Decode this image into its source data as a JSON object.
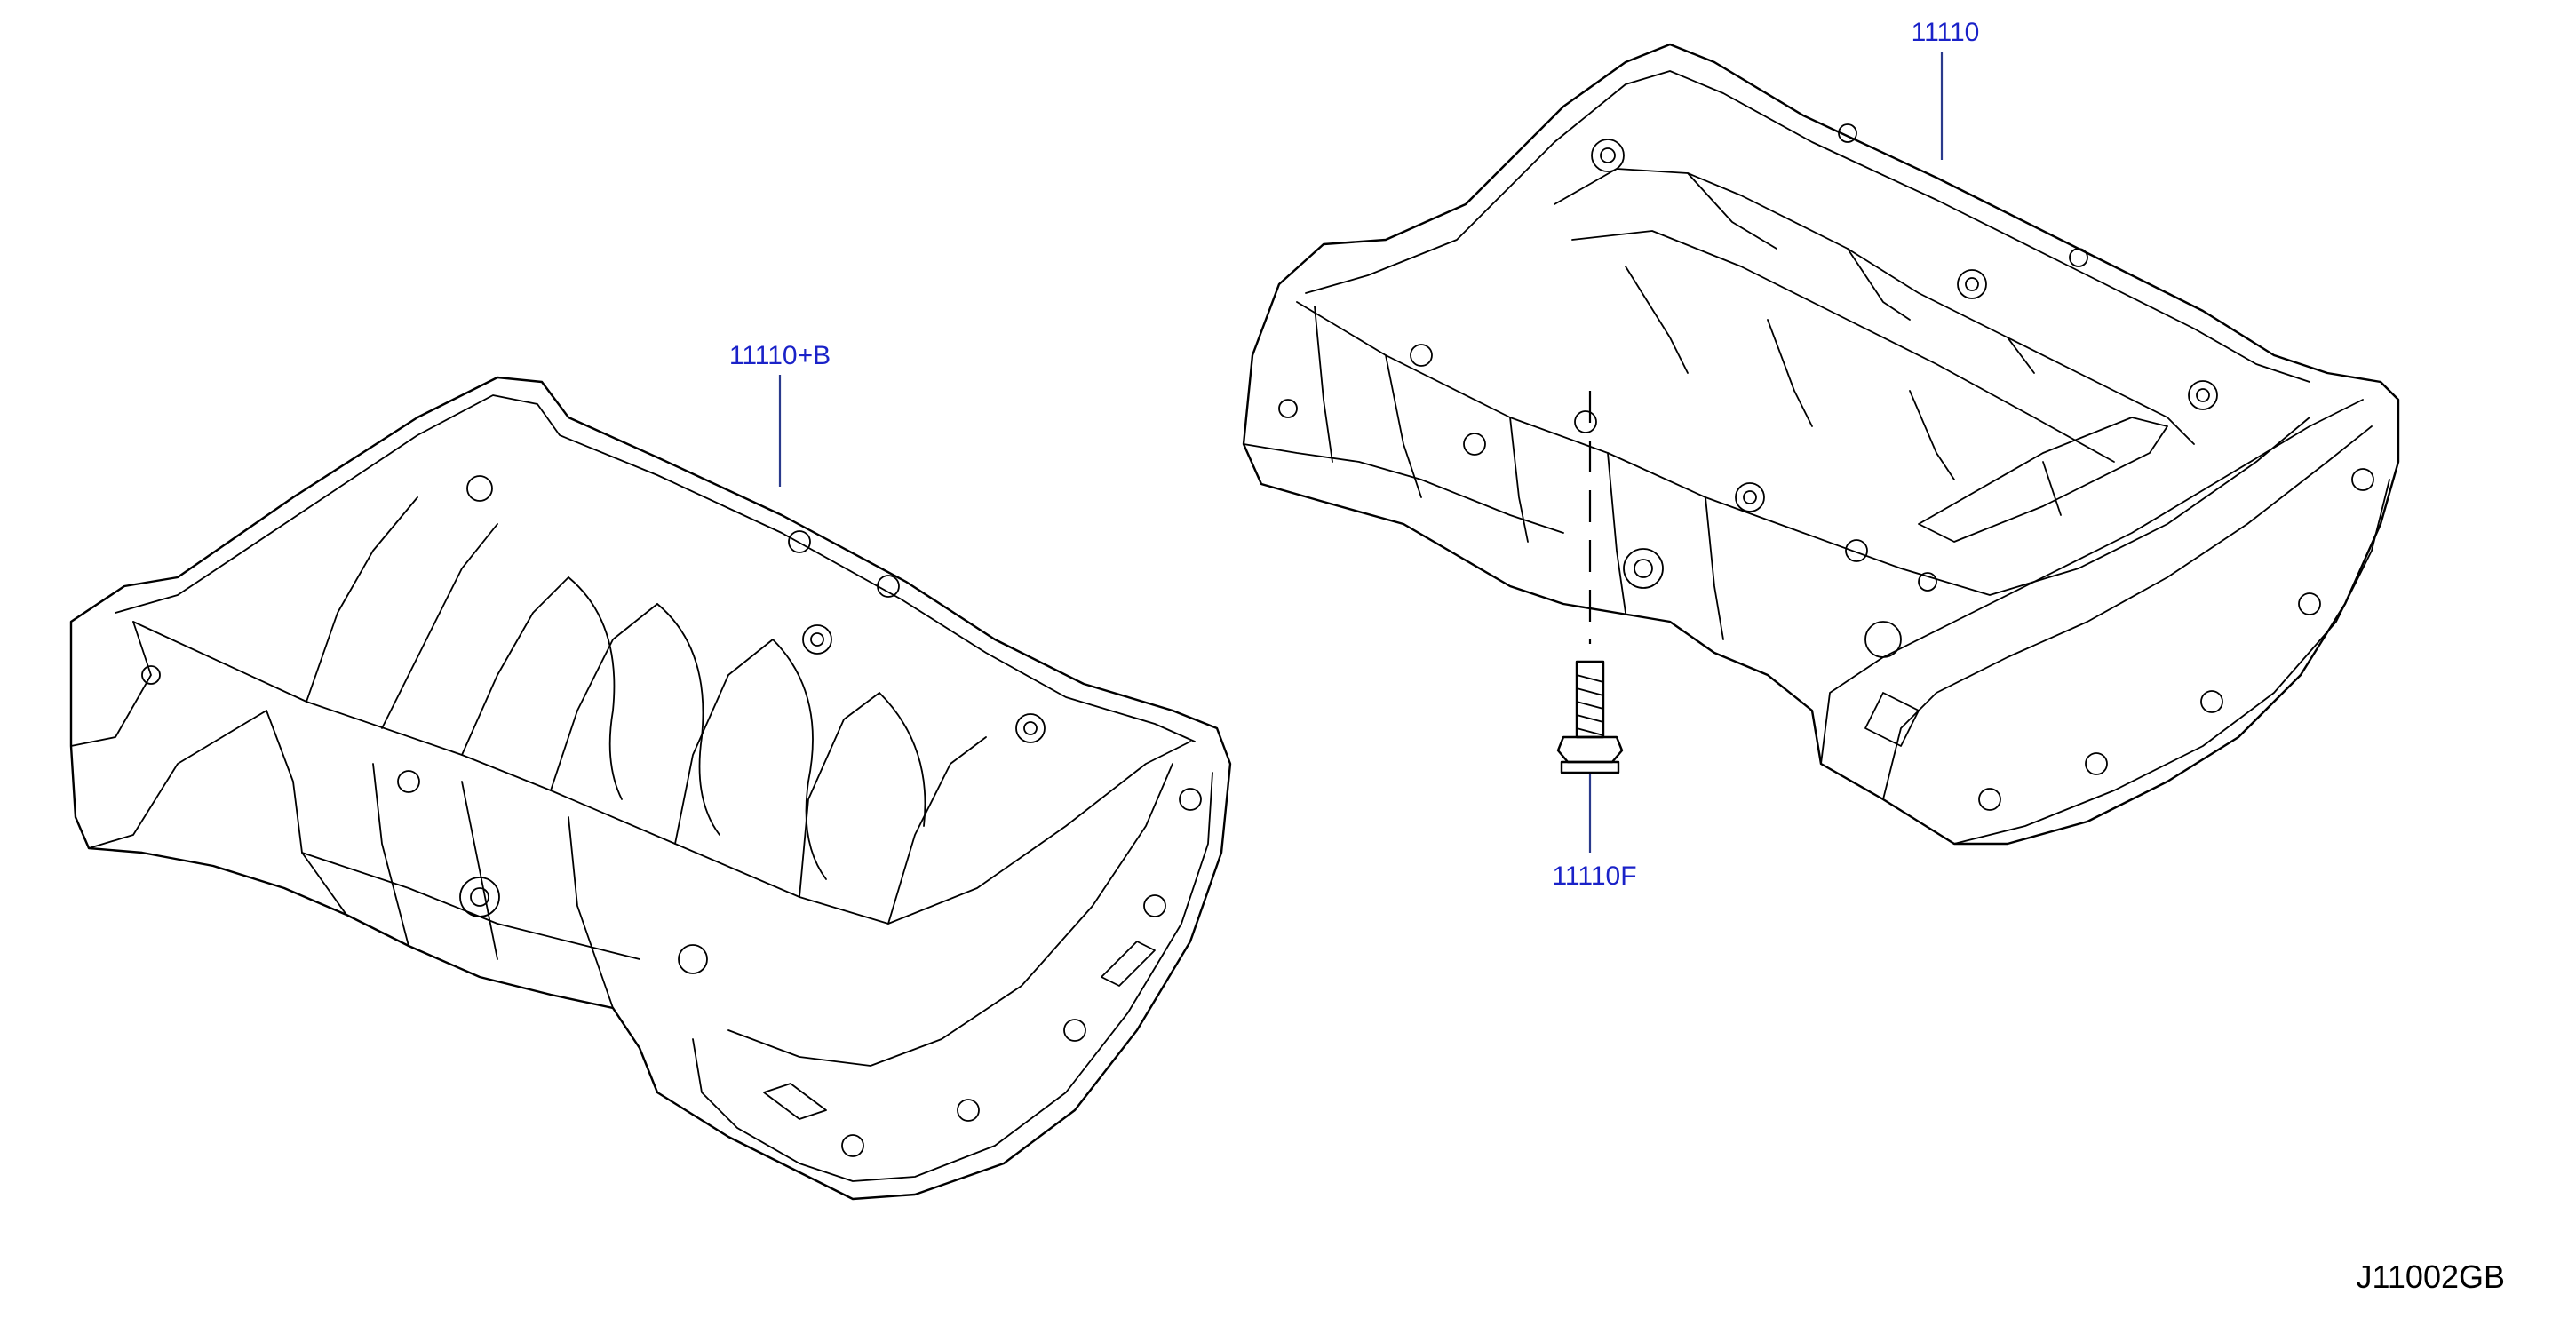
{
  "diagram": {
    "parts": [
      {
        "id": "upper-oil-pan-large",
        "label": "11110+B"
      },
      {
        "id": "upper-oil-pan",
        "label": "11110"
      },
      {
        "id": "bolt",
        "label": "11110F"
      }
    ],
    "illustration_code": "J11002GB"
  }
}
